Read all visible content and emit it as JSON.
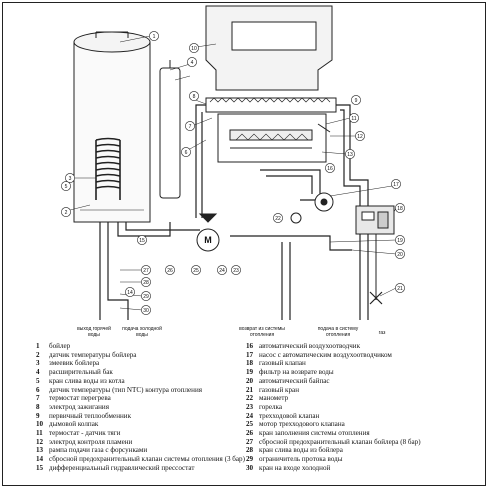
{
  "pipe_labels": {
    "hot_water_out": [
      "выход горячей",
      "воды"
    ],
    "cold_water_in": [
      "подача холодной",
      "воды"
    ],
    "heating_return": [
      "возврат из системы",
      "отопления"
    ],
    "heating_flow": [
      "подача в систему",
      "отопления"
    ],
    "gas": [
      "газ"
    ]
  },
  "callouts": [
    "1",
    "2",
    "3",
    "4",
    "5",
    "6",
    "7",
    "8",
    "9",
    "10",
    "11",
    "12",
    "13",
    "14",
    "15",
    "16",
    "17",
    "18",
    "19",
    "20",
    "21",
    "22",
    "23",
    "24",
    "25",
    "26",
    "27",
    "28",
    "29",
    "30"
  ],
  "motor_label": "M",
  "legend": [
    {
      "num": "1",
      "text": "бойлер"
    },
    {
      "num": "2",
      "text": "датчик температуры бойлера"
    },
    {
      "num": "3",
      "text": "змеевик бойлера"
    },
    {
      "num": "4",
      "text": "расширительный бак"
    },
    {
      "num": "5",
      "text": "кран слива воды из котла"
    },
    {
      "num": "6",
      "text": "датчик температуры (тип NTC) контура отопления"
    },
    {
      "num": "7",
      "text": "термостат перегрева"
    },
    {
      "num": "8",
      "text": "электрод зажигания"
    },
    {
      "num": "9",
      "text": "первичный теплообменник"
    },
    {
      "num": "10",
      "text": "дымовой колпак"
    },
    {
      "num": "11",
      "text": "термостат - датчик тяги"
    },
    {
      "num": "12",
      "text": "электрод контроля пламени"
    },
    {
      "num": "13",
      "text": "рампа подачи газа с форсунками"
    },
    {
      "num": "14",
      "text": "сбросной предохранительный клапан системы  отопления (3 бар)"
    },
    {
      "num": "15",
      "text": "дифференциальный гидравлический прессостат"
    },
    {
      "num": "16",
      "text": "автоматический воздухоотводчик"
    },
    {
      "num": "17",
      "text": "насос с автоматическим воздухоотводчиком"
    },
    {
      "num": "18",
      "text": "газовый клапан"
    },
    {
      "num": "19",
      "text": "фильтр на возврате воды"
    },
    {
      "num": "20",
      "text": "автоматический байпас"
    },
    {
      "num": "21",
      "text": "газовый кран"
    },
    {
      "num": "22",
      "text": "манометр"
    },
    {
      "num": "23",
      "text": "горелка"
    },
    {
      "num": "24",
      "text": "трехходовой клапан"
    },
    {
      "num": "25",
      "text": "мотор трехходового клапана"
    },
    {
      "num": "26",
      "text": "кран заполнения системы отопления"
    },
    {
      "num": "27",
      "text": "сбросной предохранительный клапан бойлера (8  бар)"
    },
    {
      "num": "28",
      "text": "кран слива воды из бойлера"
    },
    {
      "num": "29",
      "text": "ограничитель протока воды"
    },
    {
      "num": "30",
      "text": "кран на входе холодной"
    }
  ]
}
